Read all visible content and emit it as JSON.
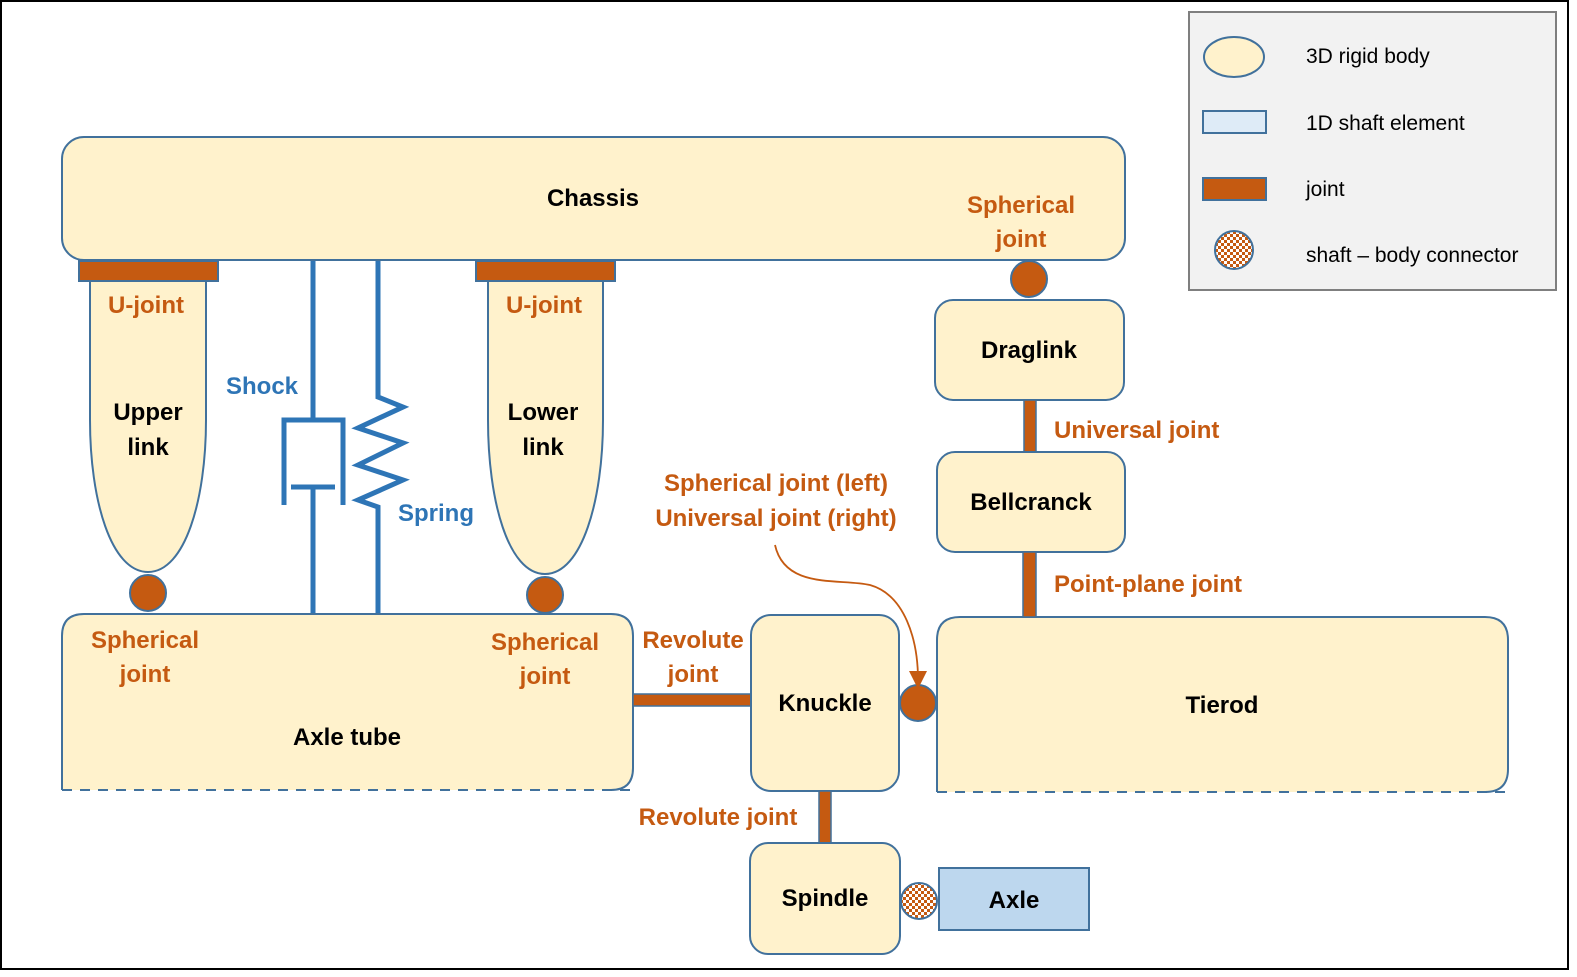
{
  "colors": {
    "body_fill": "#FFF2CC",
    "body_stroke": "#41719C",
    "joint_fill": "#C55A11",
    "spring_shock": "#2E75B6",
    "shaft_fill": "#BDD7EE",
    "legend_bg": "#F2F2F2",
    "legend_border": "#7F7F7F",
    "joint_text": "#C55A11",
    "body_text": "#000000"
  },
  "legend": {
    "items": [
      {
        "icon": "ellipse-rigid-body-icon",
        "label": "3D rigid body"
      },
      {
        "icon": "shaft-element-rect-icon",
        "label": "1D shaft element"
      },
      {
        "icon": "joint-bar-icon",
        "label": "joint"
      },
      {
        "icon": "checkered-connector-icon",
        "label": "shaft – body connector"
      }
    ]
  },
  "bodies": {
    "chassis": "Chassis",
    "upper_link": [
      "Upper",
      "link"
    ],
    "lower_link": [
      "Lower",
      "link"
    ],
    "axle_tube": "Axle tube",
    "knuckle": "Knuckle",
    "spindle": "Spindle",
    "axle": "Axle",
    "draglink": "Draglink",
    "bellcranck": "Bellcranck",
    "tierod": "Tierod"
  },
  "force_elements": {
    "shock": "Shock",
    "spring": "Spring"
  },
  "joints": {
    "upper_ujoint": "U-joint",
    "lower_ujoint": "U-joint",
    "axle_spherical_left": [
      "Spherical",
      "joint"
    ],
    "axle_spherical_right": [
      "Spherical",
      "joint"
    ],
    "chassis_spherical": [
      "Spherical",
      "joint"
    ],
    "revolute_axle_knuckle": [
      "Revolute",
      "joint"
    ],
    "revolute_knuckle_spindle": "Revolute joint",
    "universal_draglink_bellcrank": "Universal joint",
    "point_plane": "Point-plane joint",
    "knuckle_tierod_callout": [
      "Spherical joint (left)",
      "Universal joint (right)"
    ]
  }
}
